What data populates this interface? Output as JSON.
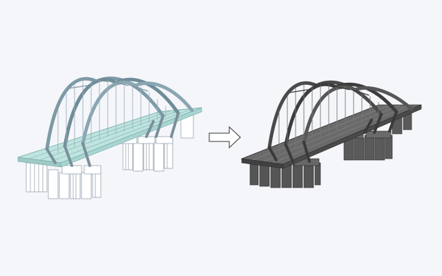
{
  "figure": {
    "background_color": "#f5f6fa",
    "panels": [
      {
        "id": "left",
        "subject": "three-arch-bridge-model",
        "rendering": "wireframe",
        "accent_color": "#5fb7b4",
        "line_color": "#7f8f9a"
      },
      {
        "id": "right",
        "subject": "three-arch-bridge-model",
        "rendering": "shaded-solid",
        "accent_color": "#4c4c4c",
        "line_color": "#2b2b2b"
      }
    ],
    "connector": {
      "icon": "right-arrow-icon",
      "direction": "left-to-right",
      "color": "#5a5a5a"
    }
  }
}
